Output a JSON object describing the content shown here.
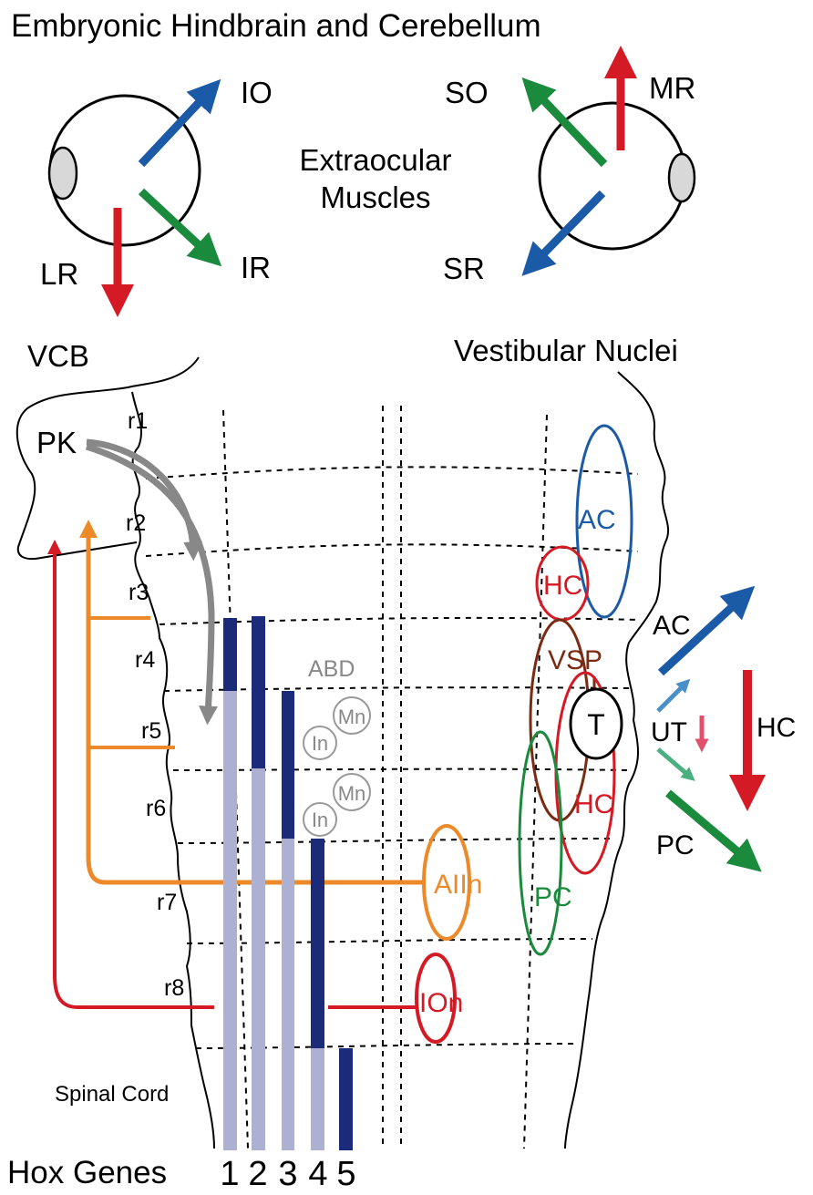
{
  "title": "Embryonic Hindbrain and Cerebellum",
  "center_label": [
    "Extraocular",
    "Muscles"
  ],
  "left_eye": {
    "labels": {
      "io": "IO",
      "ir": "IR",
      "lr": "LR"
    }
  },
  "right_eye": {
    "labels": {
      "so": "SO",
      "mr": "MR",
      "sr": "SR"
    }
  },
  "vcb_label": "VCB",
  "vestibular_label": "Vestibular Nuclei",
  "pk_label": "PK",
  "rhombomeres": [
    "r1",
    "r2",
    "r3",
    "r4",
    "r5",
    "r6",
    "r7",
    "r8"
  ],
  "abd_label": "ABD",
  "motor_labels": {
    "mn": "Mn",
    "in": "In"
  },
  "aiin_label": "AIIn",
  "ion_label": "IOn",
  "canals": {
    "ac": "AC",
    "hc": "HC",
    "pc": "PC",
    "vsp": "VSP",
    "t": "T"
  },
  "right_legend": {
    "ac": "AC",
    "ut": "UT",
    "hc": "HC",
    "pc": "PC"
  },
  "spinal_label": "Spinal Cord",
  "hox": {
    "label": "Hox Genes",
    "numbers": [
      "1",
      "2",
      "3",
      "4",
      "5"
    ]
  },
  "colors": {
    "red": "#d41a24",
    "blue": "#1a5aa6",
    "green": "#1a8a3c",
    "orange": "#ec8a2a",
    "gray": "#888888",
    "brown": "#7a2b12",
    "hox_dark": "#1c2a7a",
    "hox_light": "#aeb0d2"
  }
}
